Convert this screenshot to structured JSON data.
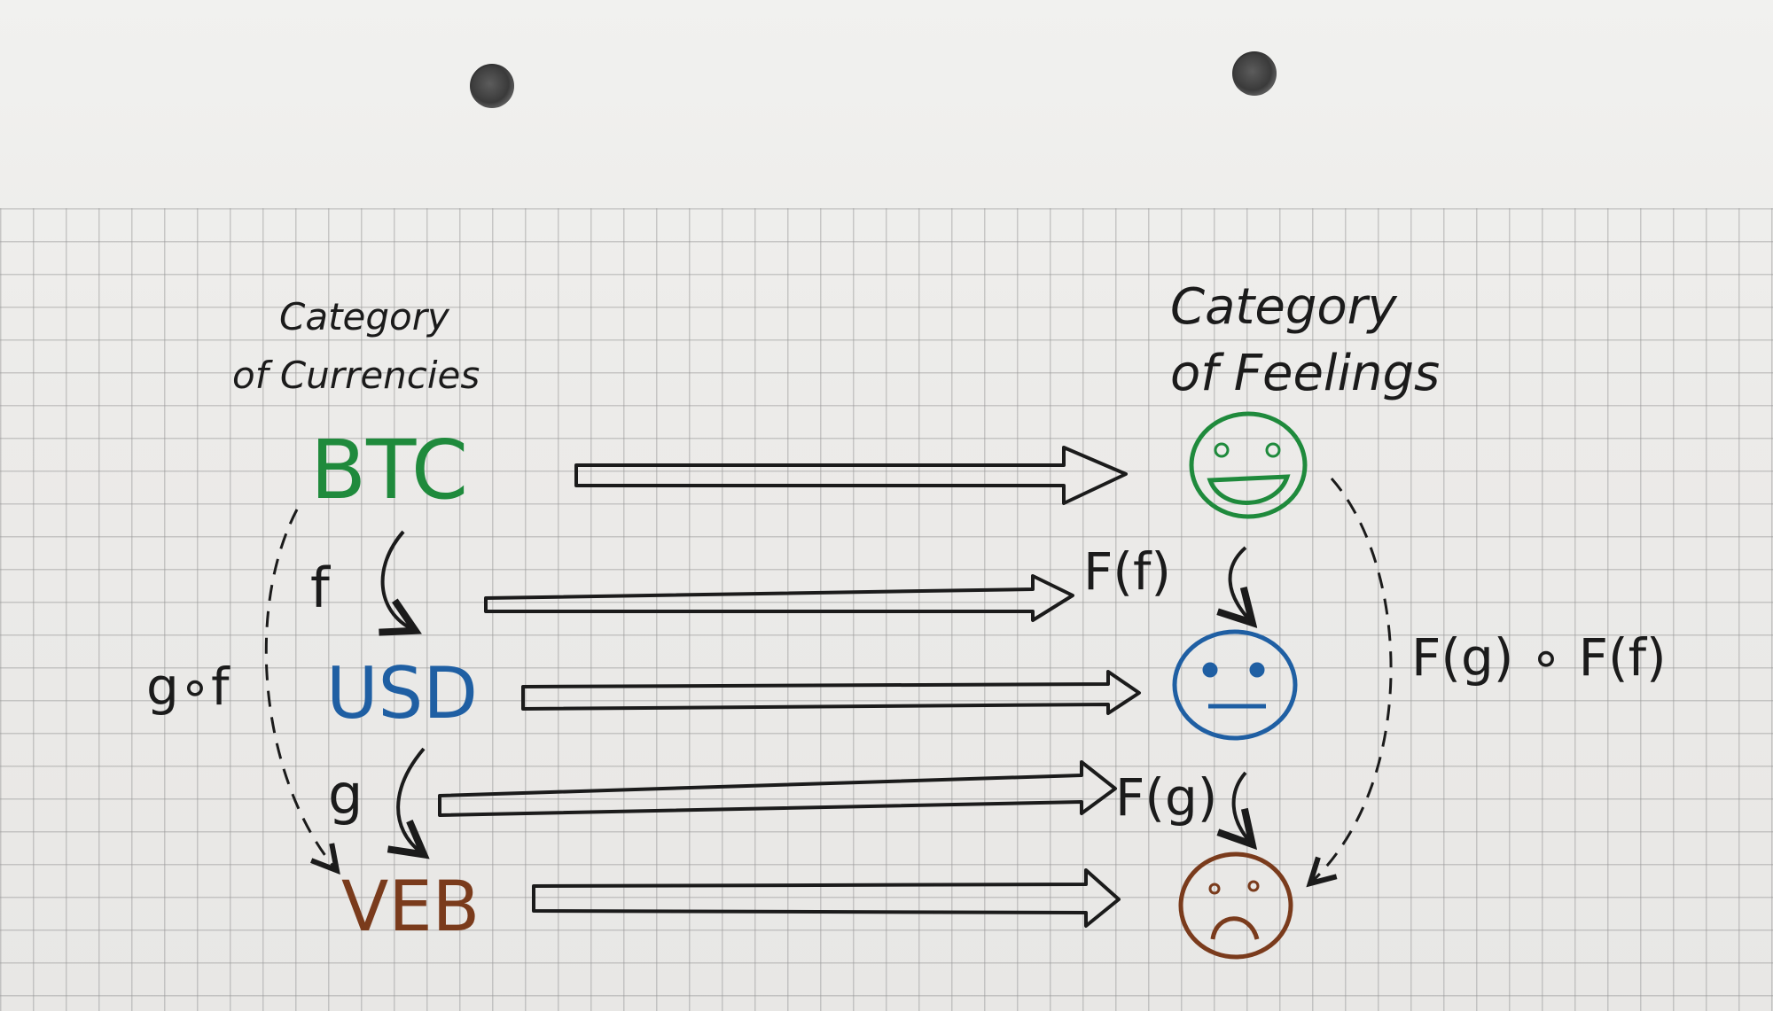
{
  "left_category": {
    "line1": "Category",
    "line2": "of Currencies"
  },
  "right_category": {
    "line1": "Category",
    "line2": "of Feelings"
  },
  "objects": [
    {
      "label": "BTC",
      "color": "#1f8a3c"
    },
    {
      "label": "USD",
      "color": "#1f5fa3"
    },
    {
      "label": "VEB",
      "color": "#7a3b1c"
    }
  ],
  "morphisms": {
    "f": "f",
    "g": "g",
    "composite": "g∘f"
  },
  "functor_images": {
    "Ff": "F(f)",
    "Fg": "F(g)",
    "composite": "F(g) ∘ F(f)"
  },
  "feelings": [
    {
      "icon": "happy-face-icon",
      "color": "#1f8a3c"
    },
    {
      "icon": "neutral-face-icon",
      "color": "#1f5fa3"
    },
    {
      "icon": "sad-face-icon",
      "color": "#7a3b1c"
    }
  ]
}
